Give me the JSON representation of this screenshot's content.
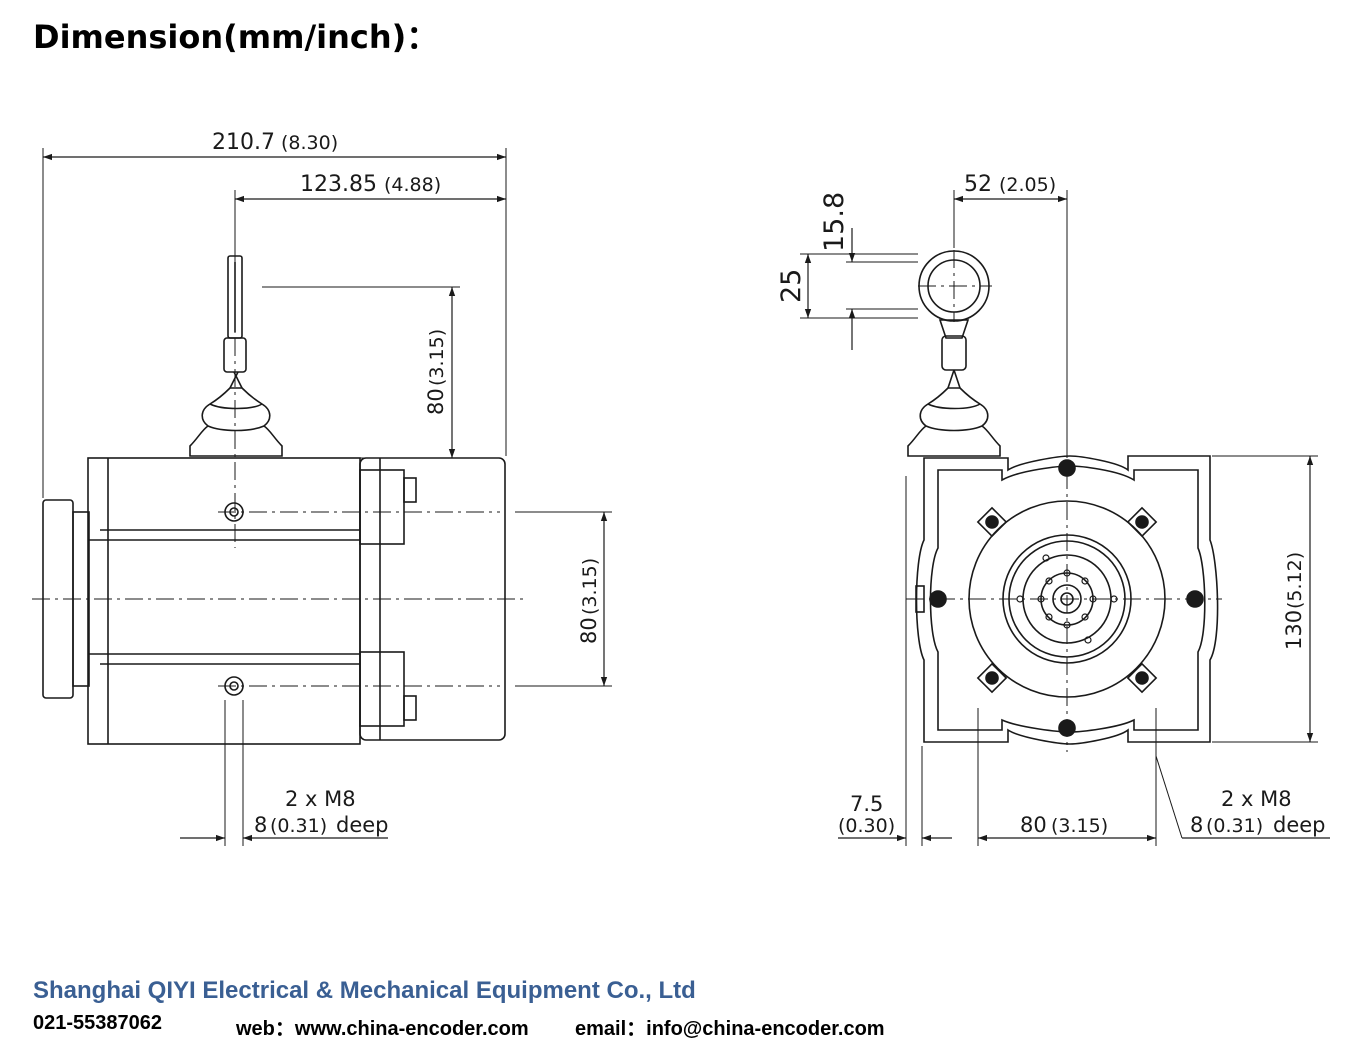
{
  "title": "Dimension(mm/inch)：",
  "side_view": {
    "overall_length": "210.7",
    "overall_length_in": "(8.30)",
    "cable_to_end": "123.85",
    "cable_to_end_in": "(4.88)",
    "cable_height": "80",
    "cable_height_in": "(3.15)",
    "hole_spacing": "80",
    "hole_spacing_in": "(3.15)",
    "thread_line1": "2 x M8",
    "thread_line2_a": "8",
    "thread_line2_b": "(0.31)",
    "thread_line2_c": "deep"
  },
  "front_view": {
    "eye_offset": "52",
    "eye_offset_in": "(2.05)",
    "eye_outer": "25",
    "eye_inner": "15.8",
    "body_height": "130",
    "body_height_in": "(5.12)",
    "left_offset": "7.5",
    "left_offset_in": "(0.30)",
    "hole_spacing": "80",
    "hole_spacing_in": "(3.15)",
    "thread_line1": "2 x M8",
    "thread_line2_a": "8",
    "thread_line2_b": "(0.31)",
    "thread_line2_c": "deep"
  },
  "footer": {
    "company": "Shanghai QIYI Electrical & Mechanical Equipment Co., Ltd",
    "phone": "021-55387062",
    "web": "web：www.china-encoder.com",
    "email": "email：info@china-encoder.com"
  },
  "colors": {
    "company_text": "#3a5f93",
    "line": "#1a1a1a"
  }
}
